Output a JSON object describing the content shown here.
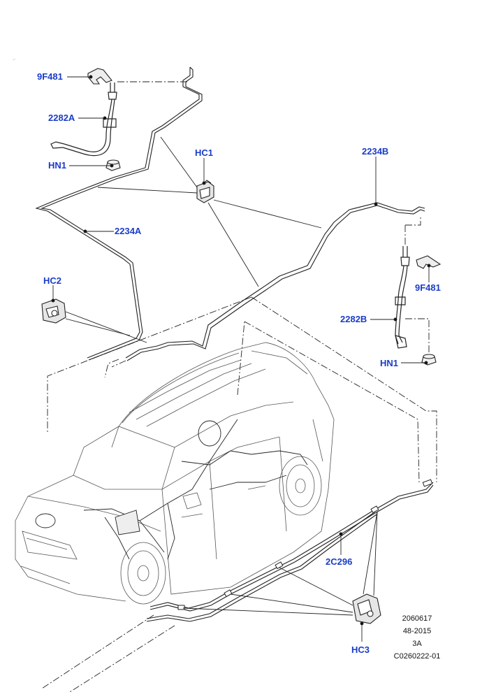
{
  "callouts": {
    "c_9f481_top": "9F481",
    "c_2282a": "2282A",
    "c_hn1_top": "HN1",
    "c_hc1": "HC1",
    "c_2234b": "2234B",
    "c_2234a": "2234A",
    "c_hc2": "HC2",
    "c_9f481_right": "9F481",
    "c_2282b": "2282B",
    "c_hn1_right": "HN1",
    "c_2c296": "2C296",
    "c_hc3": "HC3"
  },
  "reference": {
    "line1": "2060617",
    "line2": "48-2015",
    "line3": "3A",
    "line4": "C0260222-01"
  },
  "colors": {
    "callout": "#1a3cc8",
    "line": "#111111"
  }
}
